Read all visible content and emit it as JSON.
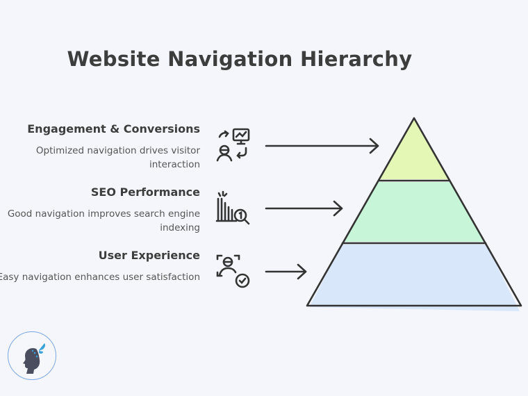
{
  "title": "Website Navigation Hierarchy",
  "levels": [
    {
      "heading": "Engagement & Conversions",
      "description": "Optimized navigation drives visitor interaction",
      "icon": "engagement-icon",
      "color": "#e4f7b4"
    },
    {
      "heading": "SEO Performance",
      "description": "Good navigation improves search engine indexing",
      "icon": "seo-ranking-icon",
      "color": "#c6f5d8"
    },
    {
      "heading": "User Experience",
      "description": "Easy navigation enhances user satisfaction",
      "icon": "user-check-icon",
      "color": "#d9e7fb"
    }
  ],
  "logo": "butterfly-silhouette-logo"
}
